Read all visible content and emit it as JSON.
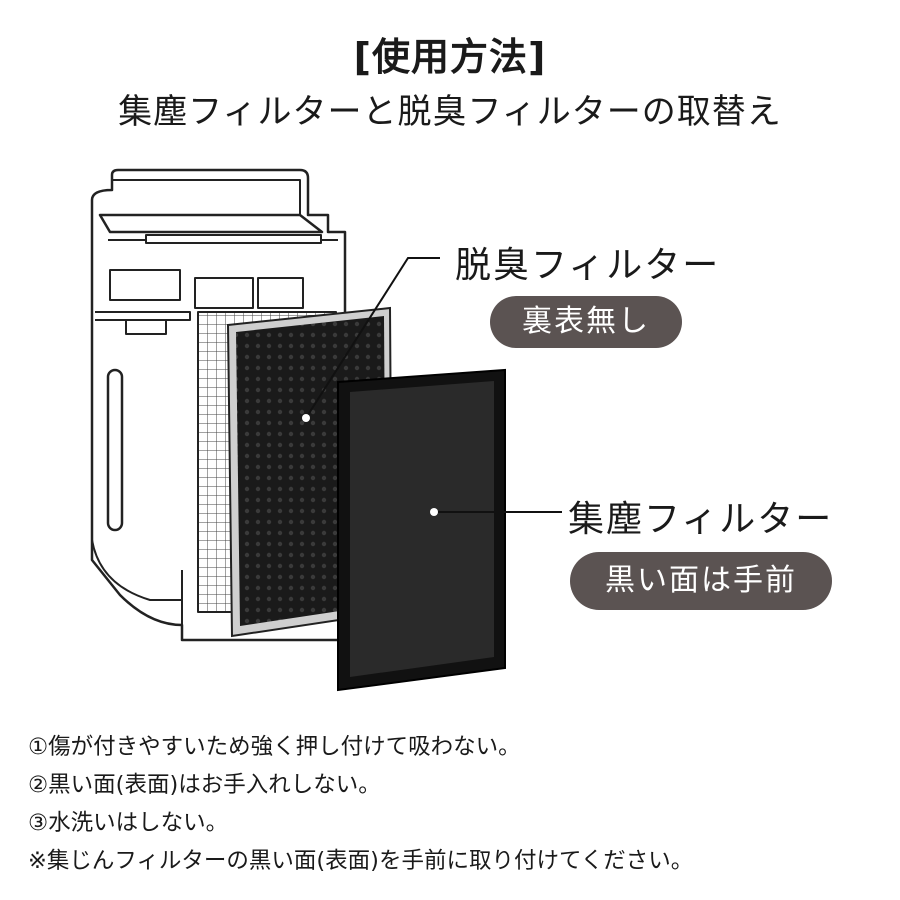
{
  "header": {
    "title": "[使用方法]",
    "subtitle": "集塵フィルターと脱臭フィルターの取替え"
  },
  "labels": {
    "deodorizing_filter": "脱臭フィルター",
    "deodorizing_note": "裏表無し",
    "dust_filter": "集塵フィルター",
    "dust_note": "黒い面は手前"
  },
  "notes": [
    "①傷が付きやすいため強く押し付けて吸わない。",
    "②黒い面(表面)はお手入れしない。",
    "③水洗いはしない。",
    "※集じんフィルターの黒い面(表面)を手前に取り付けてください。"
  ],
  "colors": {
    "pill_background": "#5b5352",
    "pill_text": "#ffffff",
    "filter_dark": "#1c1c1c",
    "outline": "#222222"
  }
}
